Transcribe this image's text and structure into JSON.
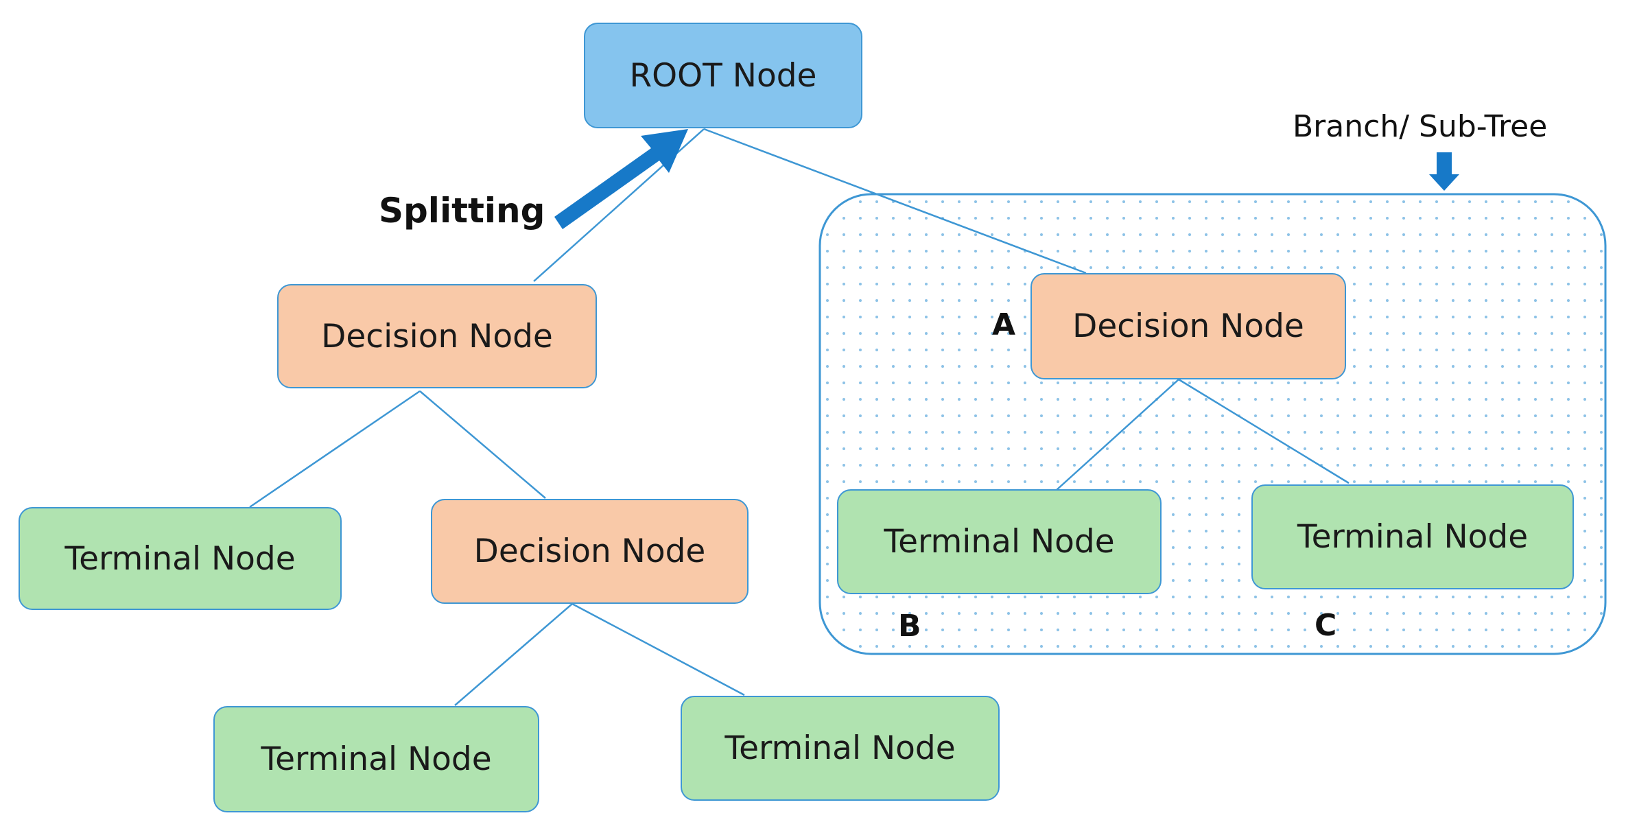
{
  "diagram": {
    "root": {
      "label": "ROOT Node"
    },
    "splitting_label": "Splitting",
    "branch_label": "Branch/ Sub-Tree",
    "left_decision": {
      "label": "Decision Node"
    },
    "left_terminal": {
      "label": "Terminal Node"
    },
    "mid_decision": {
      "label": "Decision Node"
    },
    "bottom_terminal_left": {
      "label": "Terminal Node"
    },
    "bottom_terminal_right": {
      "label": "Terminal Node"
    },
    "subtree_decision": {
      "label": "Decision Node",
      "marker": "A"
    },
    "subtree_terminal_left": {
      "label": "Terminal Node",
      "marker": "B"
    },
    "subtree_terminal_right": {
      "label": "Terminal Node",
      "marker": "C"
    }
  },
  "colors": {
    "root_fill": "#85c4ee",
    "decision_fill": "#f9c9a8",
    "terminal_fill": "#b0e3b0",
    "connector": "#3e97d4",
    "arrow": "#1779c8",
    "subtree_dots": "#8cc2e6"
  }
}
